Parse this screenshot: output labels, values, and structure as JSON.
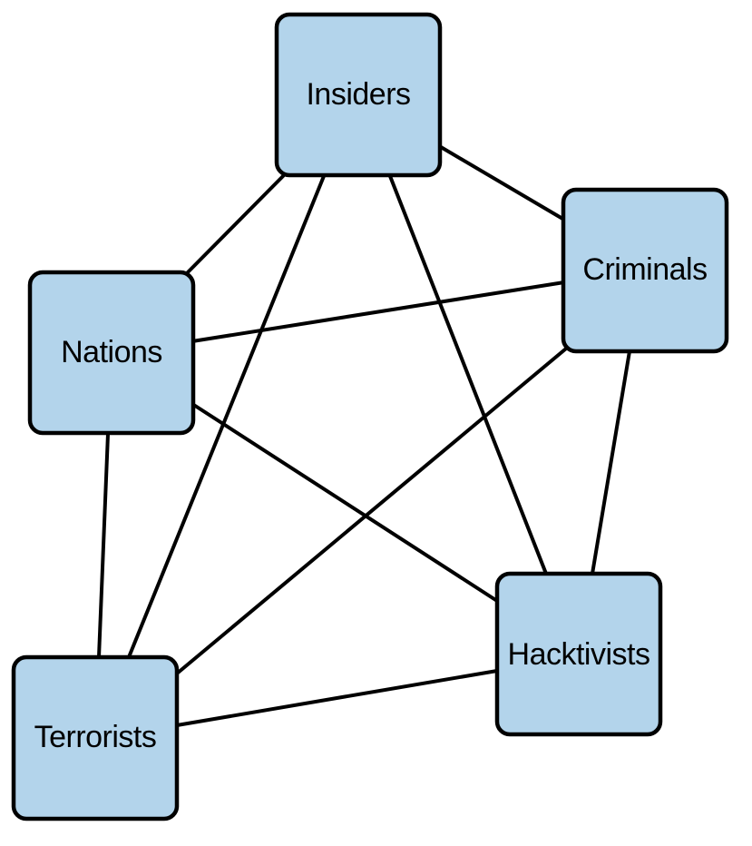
{
  "colors": {
    "node_fill": "#b3d4eb",
    "node_stroke": "#000000",
    "edge": "#000000",
    "background": "#ffffff"
  },
  "nodes": {
    "insiders": {
      "label": "Insiders"
    },
    "criminals": {
      "label": "Criminals"
    },
    "nations": {
      "label": "Nations"
    },
    "hacktivists": {
      "label": "Hacktivists"
    },
    "terrorists": {
      "label": "Terrorists"
    }
  },
  "edges": [
    {
      "from": "insiders",
      "to": "criminals"
    },
    {
      "from": "insiders",
      "to": "nations"
    },
    {
      "from": "insiders",
      "to": "hacktivists"
    },
    {
      "from": "insiders",
      "to": "terrorists"
    },
    {
      "from": "nations",
      "to": "criminals"
    },
    {
      "from": "nations",
      "to": "hacktivists"
    },
    {
      "from": "nations",
      "to": "terrorists"
    },
    {
      "from": "criminals",
      "to": "hacktivists"
    },
    {
      "from": "criminals",
      "to": "terrorists"
    },
    {
      "from": "hacktivists",
      "to": "terrorists"
    }
  ]
}
